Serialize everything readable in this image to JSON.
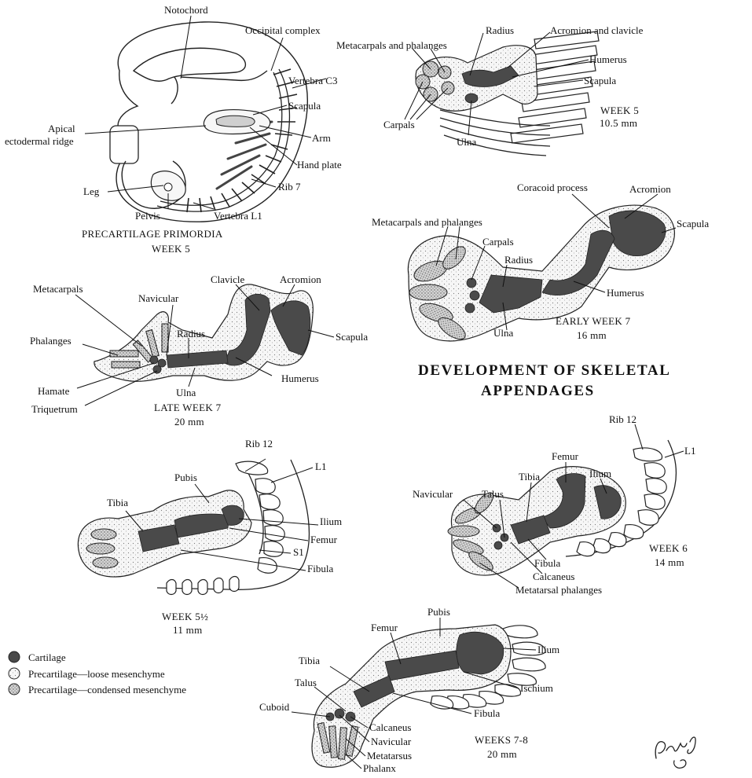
{
  "title": {
    "line1": "DEVELOPMENT OF SKELETAL",
    "line2": "APPENDAGES"
  },
  "panels": {
    "precartilage": {
      "caption1": "PRECARTILAGE PRIMORDIA",
      "caption2": "WEEK 5",
      "labels": {
        "notochord": "Notochord",
        "occipital": "Occipital complex",
        "vertebra_c3": "Vertebra C3",
        "scapula": "Scapula",
        "apical1": "Apical",
        "apical2": "ectodermal ridge",
        "arm": "Arm",
        "hand_plate": "Hand plate",
        "rib7": "Rib 7",
        "leg": "Leg",
        "pelvis": "Pelvis",
        "vertebra_l1": "Vertebra L1"
      }
    },
    "week5_arm": {
      "caption1": "WEEK 5",
      "caption2": "10.5 mm",
      "labels": {
        "radius": "Radius",
        "acromion_clavicle": "Acromion and clavicle",
        "metacarpals_phalanges": "Metacarpals and phalanges",
        "humerus": "Humerus",
        "scapula": "Scapula",
        "carpals": "Carpals",
        "ulna": "Ulna"
      }
    },
    "early_week7": {
      "caption1": "EARLY WEEK 7",
      "caption2": "16 mm",
      "labels": {
        "coracoid": "Coracoid process",
        "acromion": "Acromion",
        "metacarpals_phalanges": "Metacarpals and phalanges",
        "scapula": "Scapula",
        "carpals": "Carpals",
        "radius": "Radius",
        "humerus": "Humerus",
        "ulna": "Ulna"
      }
    },
    "late_week7": {
      "caption1": "LATE WEEK 7",
      "caption2": "20 mm",
      "labels": {
        "metacarpals": "Metacarpals",
        "clavicle": "Clavicle",
        "acromion": "Acromion",
        "navicular": "Navicular",
        "radius": "Radius",
        "scapula": "Scapula",
        "phalanges": "Phalanges",
        "humerus": "Humerus",
        "hamate": "Hamate",
        "ulna": "Ulna",
        "triquetrum": "Triquetrum"
      }
    },
    "week5half": {
      "caption1": "WEEK 5½",
      "caption2": "11 mm",
      "labels": {
        "rib12": "Rib 12",
        "l1": "L1",
        "pubis": "Pubis",
        "tibia": "Tibia",
        "ilium": "Ilium",
        "femur": "Femur",
        "s1": "S1",
        "fibula": "Fibula"
      }
    },
    "week6": {
      "caption1": "WEEK 6",
      "caption2": "14 mm",
      "labels": {
        "rib12": "Rib 12",
        "l1": "L1",
        "femur": "Femur",
        "ilium": "Ilium",
        "tibia": "Tibia",
        "navicular": "Navicular",
        "talus": "Talus",
        "fibula": "Fibula",
        "calcaneus": "Calcaneus",
        "metatarsal_phalanges": "Metatarsal phalanges"
      }
    },
    "weeks78": {
      "caption1": "WEEKS 7-8",
      "caption2": "20 mm",
      "labels": {
        "pubis": "Pubis",
        "femur": "Femur",
        "ilium": "Ilium",
        "tibia": "Tibia",
        "ischium": "Ischium",
        "talus": "Talus",
        "cuboid": "Cuboid",
        "fibula": "Fibula",
        "calcaneus": "Calcaneus",
        "navicular": "Navicular",
        "metatarsus": "Metatarsus",
        "phalanx": "Phalanx"
      }
    }
  },
  "legend": [
    {
      "label": "Cartilage",
      "fill": "#4a4a4a"
    },
    {
      "label": "Precartilage—loose mesenchyme",
      "fill": "#f7f7f7"
    },
    {
      "label": "Precartilage—condensed mesenchyme",
      "fill": "#cfcfcf"
    }
  ],
  "signature": "Parsky"
}
